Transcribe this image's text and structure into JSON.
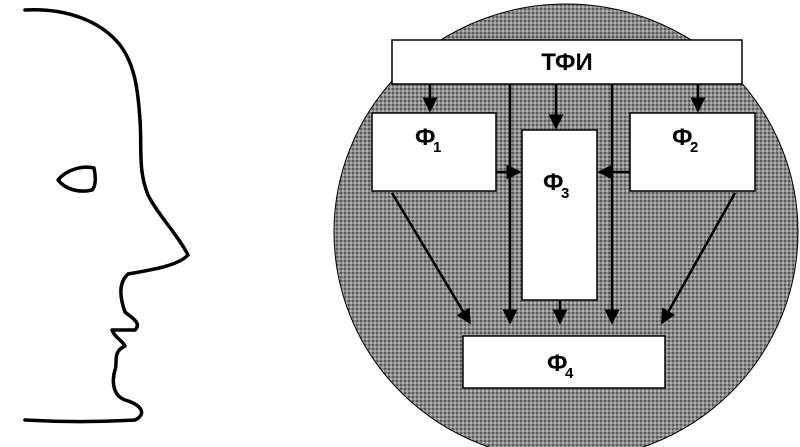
{
  "blocks": {
    "top": {
      "label": "ТФИ"
    },
    "f1": {
      "label": "Ф",
      "sub": "1"
    },
    "f2": {
      "label": "Ф",
      "sub": "2"
    },
    "f3": {
      "label": "Ф",
      "sub": "3"
    },
    "f4": {
      "label": "Ф",
      "sub": "4"
    }
  },
  "colors": {
    "ellipse_fill": "#7f7f7f",
    "box_fill": "#ffffff",
    "stroke": "#000000"
  },
  "icons": {
    "head": "head-profile-icon"
  }
}
